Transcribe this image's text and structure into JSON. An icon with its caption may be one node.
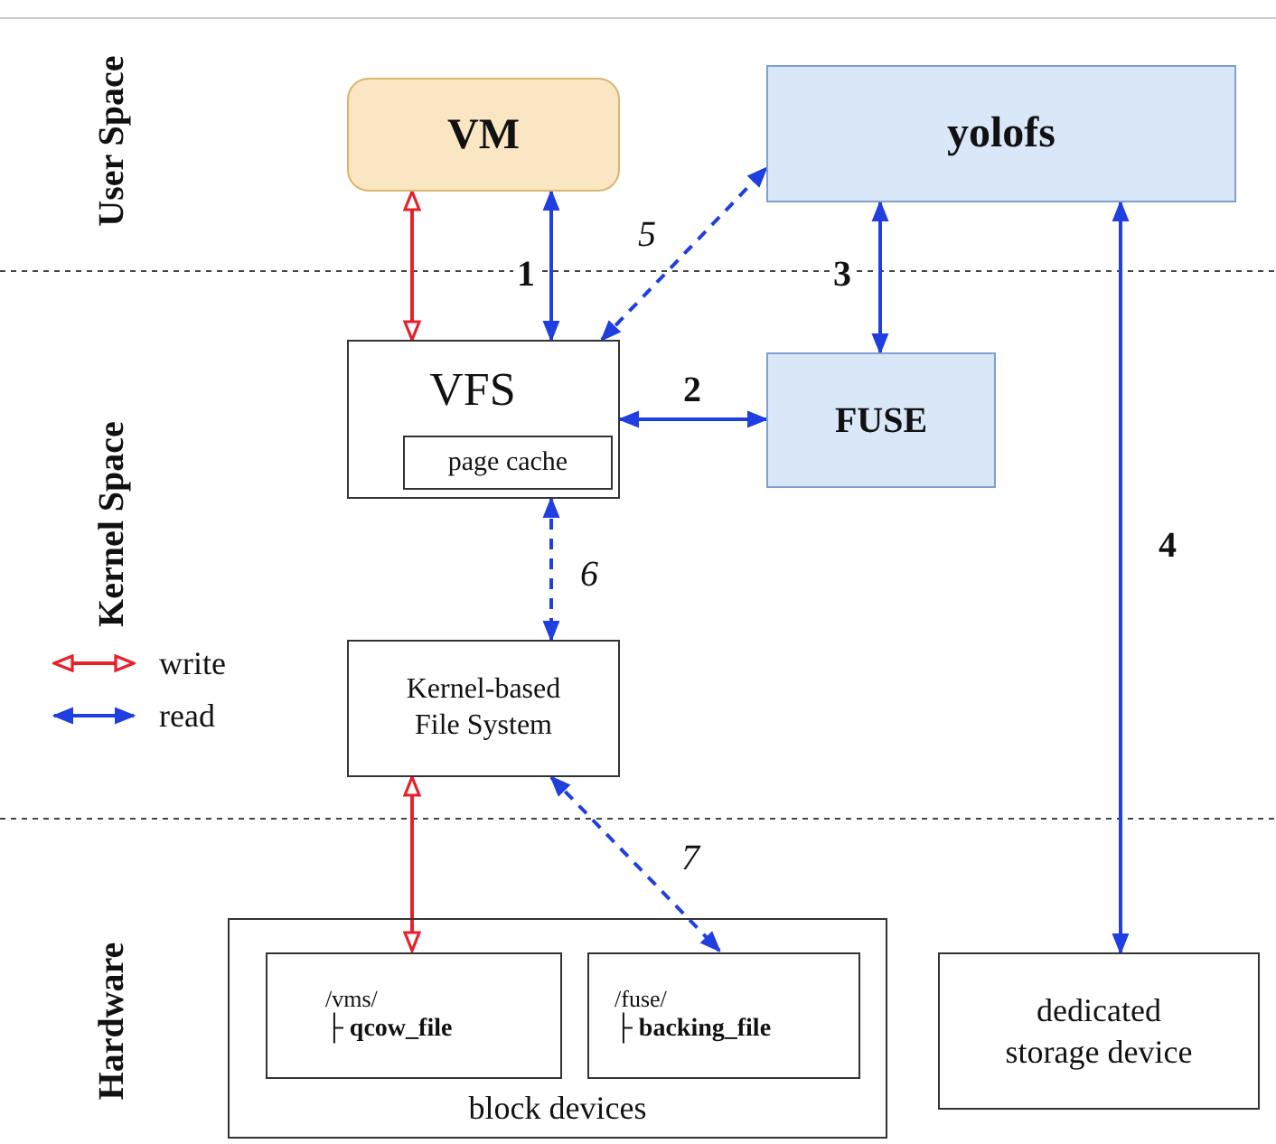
{
  "diagram": {
    "nodes": [
      {
        "text": [
          "VM"
        ]
      },
      {
        "text": [
          "yolofs"
        ]
      },
      {
        "text": [
          "VFS"
        ]
      },
      {
        "text": [
          "page cache"
        ],
        "in": 2
      },
      {
        "text": [
          "FUSE"
        ]
      },
      {
        "text": [
          "Kernel-based File System"
        ]
      },
      {
        "text": [
          "block devices"
        ]
      },
      {
        "text": [
          "/vms/",
          "├ qcow_file"
        ],
        "in": 6
      },
      {
        "text": [
          "/fuse/",
          "├ backing_file"
        ],
        "in": 6
      },
      {
        "text": [
          "dedicated storage device"
        ]
      }
    ],
    "edges": [
      {
        "from": 0,
        "to": 2,
        "arrow": "both",
        "color": "#e8202a"
      },
      {
        "from": 0,
        "to": 2,
        "arrow": "both",
        "label": "1"
      },
      {
        "from": 2,
        "to": 4,
        "arrow": "both",
        "label": "2"
      },
      {
        "from": 1,
        "to": 4,
        "arrow": "both",
        "label": "3"
      },
      {
        "from": 1,
        "to": 9,
        "arrow": "both",
        "label": "4"
      },
      {
        "from": 2,
        "to": 1,
        "arrow": "both",
        "label": "5",
        "style": "dashed"
      },
      {
        "from": 2,
        "to": 5,
        "arrow": "both",
        "label": "6",
        "style": "dashed"
      },
      {
        "from": 5,
        "to": 7,
        "arrow": "both",
        "color": "#e8202a"
      },
      {
        "from": 5,
        "to": 8,
        "arrow": "both",
        "label": "7",
        "style": "dashed"
      }
    ],
    "labels": [
      "User Space",
      "Kernel Space",
      "Hardware"
    ],
    "legend": [
      {
        "text": "write"
      },
      {
        "text": "read"
      }
    ]
  }
}
